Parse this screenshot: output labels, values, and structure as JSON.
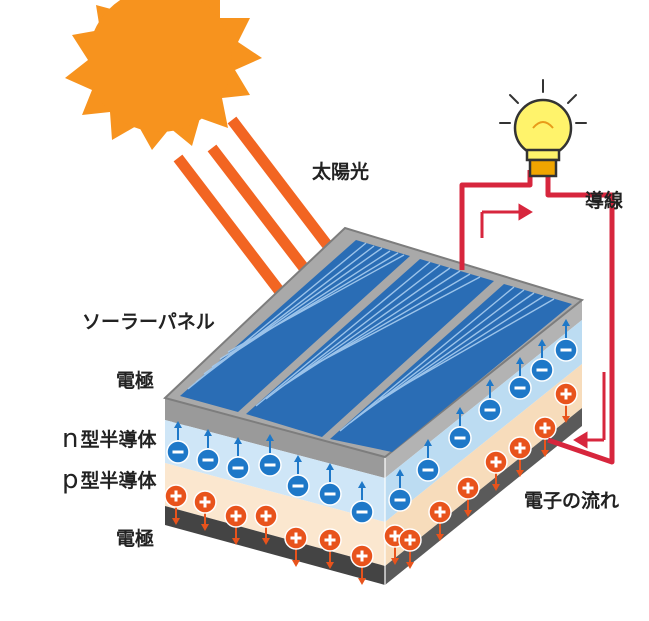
{
  "labels": {
    "sunlight": "太陽光",
    "wire": "導線",
    "solar_panel": "ソーラーパネル",
    "electrode_top": "電極",
    "n_letter": "n",
    "n_type": "型半導体",
    "p_letter": "p",
    "p_type": "型半導体",
    "electrode_bottom": "電極",
    "electron_flow": "電子の流れ"
  },
  "colors": {
    "sun": "#f7931e",
    "sun_rays": "#f26522",
    "cell": "#2a6db5",
    "n_layer": "#cfe6f7",
    "p_layer": "#fbe7cf",
    "electron": "#1e78c8",
    "hole": "#e8531c",
    "wire": "#d7263d",
    "bulb": "#fff36b",
    "frame": "#9a9a9a"
  },
  "icons": {
    "sun": "sun-icon",
    "bulb": "light-bulb-icon",
    "electron": "minus-circle-icon",
    "hole": "plus-circle-icon"
  }
}
